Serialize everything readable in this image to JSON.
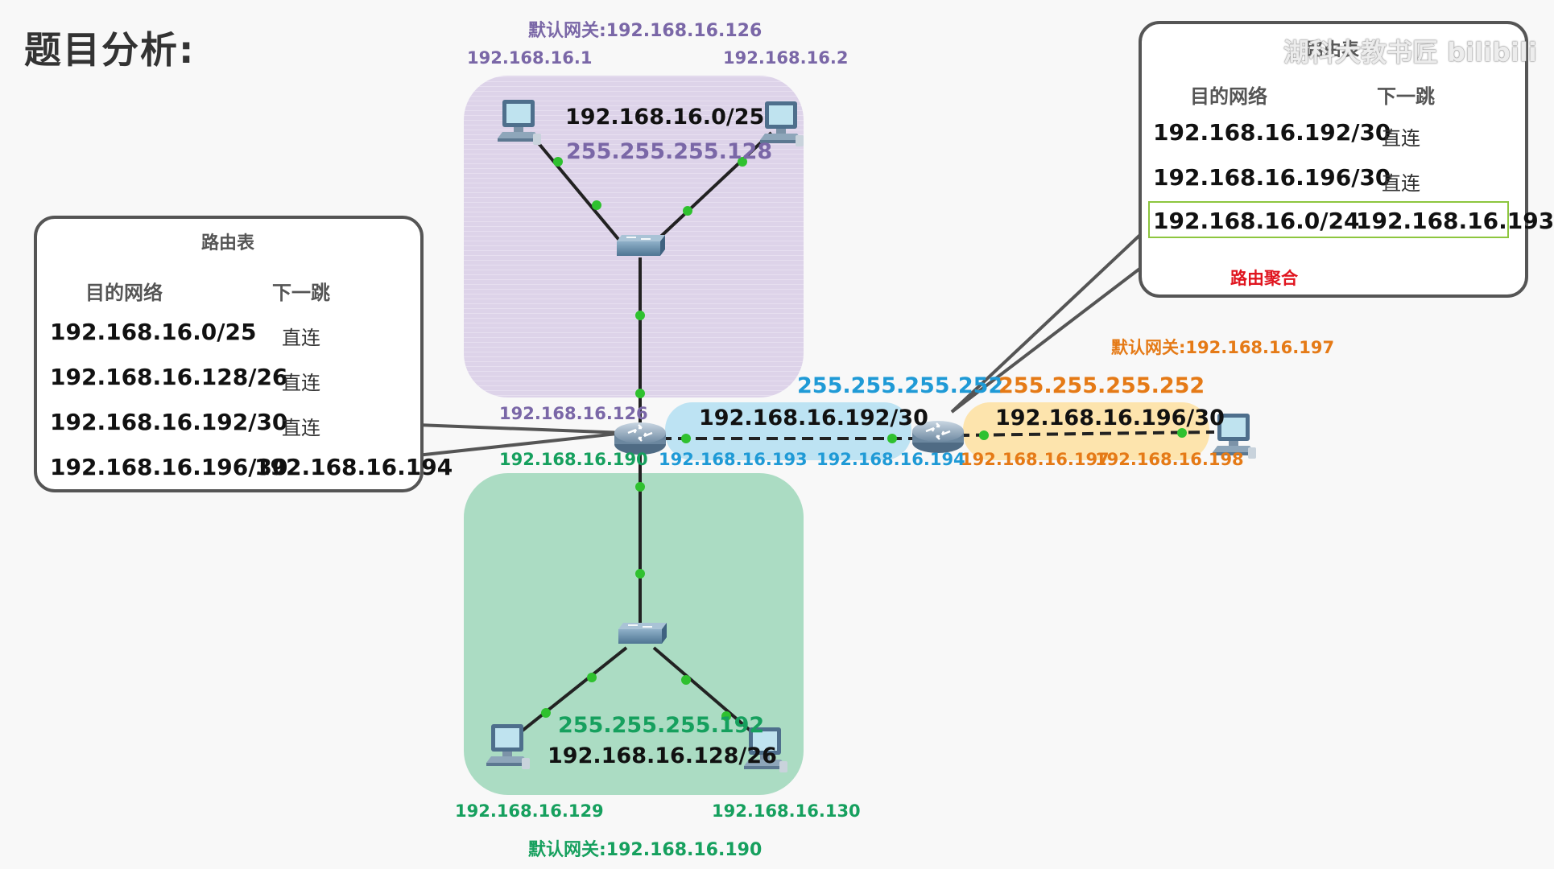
{
  "page_title": "题目分析:",
  "colors": {
    "purple_zone": "#ddd3e9",
    "green_zone": "#abdcc3",
    "blue_zone": "#bde3f3",
    "orange_zone": "#fde4ad",
    "link_dot": "#2fc12f"
  },
  "top_lan": {
    "gateway_label": "默认网关:192.168.16.126",
    "host_left_ip": "192.168.16.1",
    "host_right_ip": "192.168.16.2",
    "network": "192.168.16.0/25",
    "mask": "255.255.255.128"
  },
  "bottom_lan": {
    "gateway_label": "默认网关:192.168.16.190",
    "host_left_ip": "192.168.16.129",
    "host_right_ip": "192.168.16.130",
    "network": "192.168.16.128/26",
    "mask": "255.255.255.192"
  },
  "router1": {
    "ip_top": "192.168.16.126",
    "ip_bottom": "192.168.16.190",
    "ip_right": "192.168.16.193"
  },
  "link_r1_r2": {
    "mask": "255.255.255.252",
    "network": "192.168.16.192/30"
  },
  "router2": {
    "ip_left": "192.168.16.194",
    "ip_right": "192.168.16.197"
  },
  "link_r2_host": {
    "gateway_label": "默认网关:192.168.16.197",
    "mask": "255.255.255.252",
    "network": "192.168.16.196/30",
    "host_ip": "192.168.16.198"
  },
  "left_table": {
    "title": "路由表",
    "col_dest": "目的网络",
    "col_next": "下一跳",
    "rows": [
      {
        "dest": "192.168.16.0/25",
        "next": "直连"
      },
      {
        "dest": "192.168.16.128/26",
        "next": "直连"
      },
      {
        "dest": "192.168.16.192/30",
        "next": "直连"
      },
      {
        "dest": "192.168.16.196/30",
        "next": "192.168.16.194"
      }
    ]
  },
  "right_table": {
    "title": "路由表",
    "col_dest": "目的网络",
    "col_next": "下一跳",
    "rows": [
      {
        "dest": "192.168.16.192/30",
        "next": "直连"
      },
      {
        "dest": "192.168.16.196/30",
        "next": "直连"
      },
      {
        "dest": "192.168.16.0/24",
        "next": "192.168.16.193"
      }
    ],
    "note": "路由聚合"
  },
  "watermark": "湖科大教书匠 bilibili",
  "icons": {
    "pc": "pc-icon",
    "switch": "switch-icon",
    "router": "router-icon"
  }
}
